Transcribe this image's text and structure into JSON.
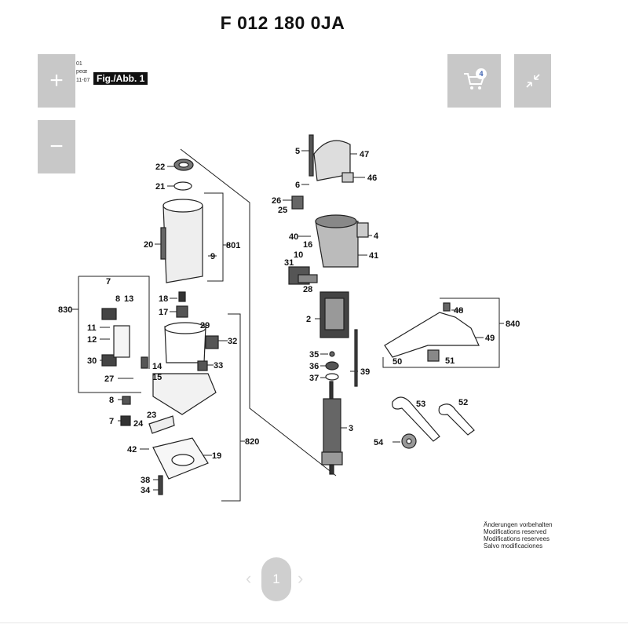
{
  "header": {
    "title": "F 012 180 0JA"
  },
  "figure": {
    "label": "Fig./Abb. 1",
    "meta_lines": [
      "01",
      "ƿeœ",
      "11-07"
    ]
  },
  "controls": {
    "zoom_in_glyph": "+",
    "zoom_out_glyph": "−",
    "cart_count": "4"
  },
  "part_numbers": {
    "p22": "22",
    "p21": "21",
    "p20": "20",
    "p801": "801",
    "p9": "9",
    "p18": "18",
    "p17": "17",
    "p830": "830",
    "p7a": "7",
    "p8a": "8",
    "p13": "13",
    "p11": "11",
    "p12": "12",
    "p30": "30",
    "p27": "27",
    "p14": "14",
    "p15": "15",
    "p29": "29",
    "p32": "32",
    "p33": "33",
    "p8b": "8",
    "p7b": "7",
    "p24": "24",
    "p23": "23",
    "p42": "42",
    "p19": "19",
    "p820": "820",
    "p38": "38",
    "p34": "34",
    "p5": "5",
    "p47": "47",
    "p6": "6",
    "p46": "46",
    "p26": "26",
    "p25": "25",
    "p40": "40",
    "p4": "4",
    "p16": "16",
    "p10": "10",
    "p31": "31",
    "p41": "41",
    "p28": "28",
    "p2": "2",
    "p35": "35",
    "p36": "36",
    "p37": "37",
    "p39": "39",
    "p3": "3",
    "p48": "48",
    "p840": "840",
    "p49": "49",
    "p50": "50",
    "p51": "51",
    "p53": "53",
    "p52": "52",
    "p54": "54"
  },
  "notice": [
    "Änderungen vorbehalten",
    "Modifications reserved",
    "Modifications reservees",
    "Salvo modificaciones"
  ],
  "pagination": {
    "current_page": "1",
    "prev_glyph": "‹",
    "next_glyph": "›"
  }
}
